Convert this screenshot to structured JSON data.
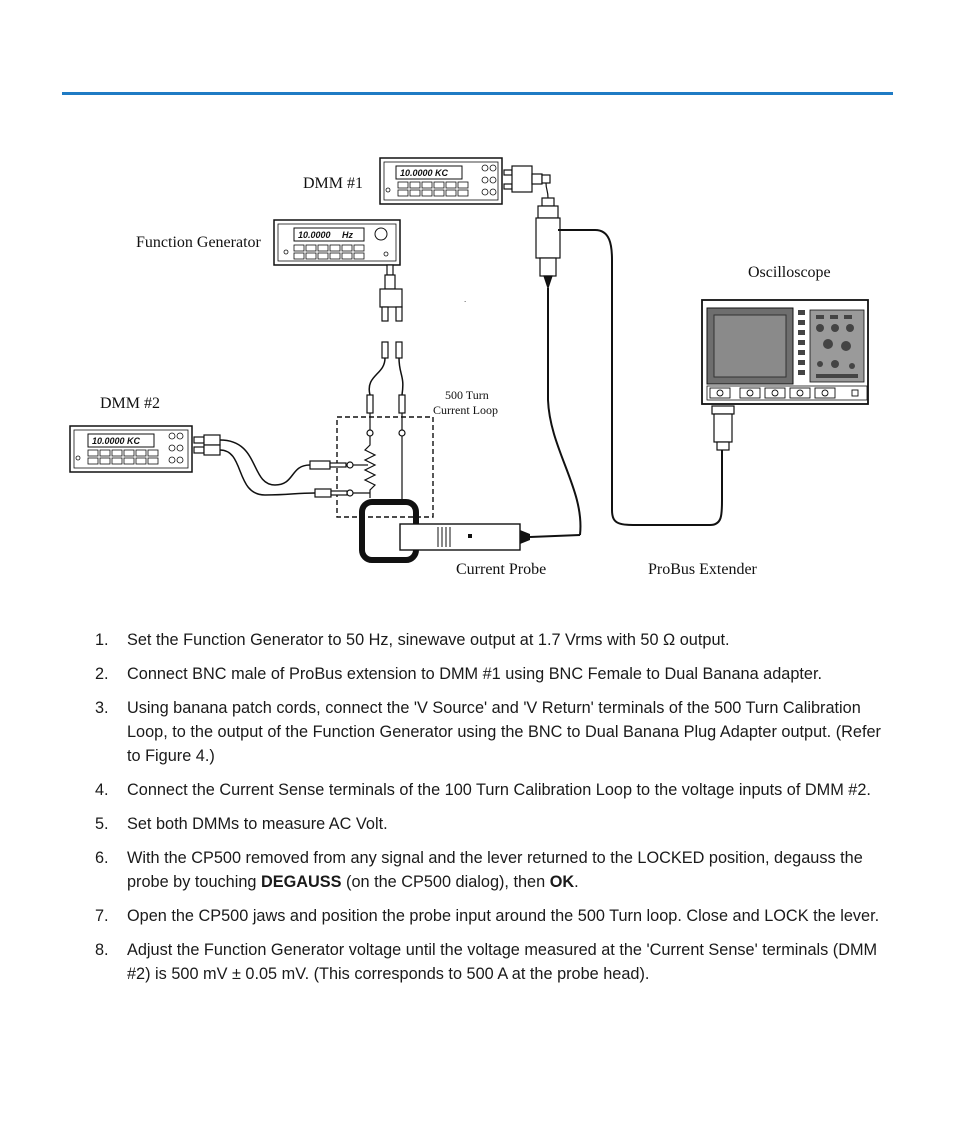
{
  "figure": {
    "labels": {
      "dmm1": "DMM #1",
      "dmm2": "DMM #2",
      "function_generator": "Function Generator",
      "oscilloscope": "Oscilloscope",
      "loop_line1": "500 Turn",
      "loop_line2": "Current  Loop",
      "current_probe": "Current Probe",
      "probus_extender": "ProBus Extender"
    },
    "displays": {
      "dmm1": "10.0000 KC",
      "dmm2": "10.0000 KC",
      "function_generator": "10.0000",
      "function_generator_unit": "Hz"
    }
  },
  "steps": [
    {
      "num": "1.",
      "parts": [
        "Set the Function Generator to 50 Hz, sinewave output at 1.7 Vrms with 50 Ω output."
      ]
    },
    {
      "num": "2.",
      "parts": [
        "Connect BNC male of ProBus extension to DMM #1 using BNC Female to Dual Banana adapter."
      ]
    },
    {
      "num": "3.",
      "parts": [
        "Using banana patch cords, connect the 'V Source' and 'V Return' terminals of the 500 Turn Calibration Loop, to the output of the Function Generator using the BNC to Dual Banana Plug Adapter output. (Refer to Figure 4.)"
      ]
    },
    {
      "num": "4.",
      "parts": [
        "Connect the Current Sense terminals of the 100 Turn Calibration Loop to the voltage inputs of DMM #2."
      ]
    },
    {
      "num": "5.",
      "parts": [
        "Set both DMMs to measure AC Volt."
      ]
    },
    {
      "num": "6.",
      "parts": [
        "With the CP500 removed from any signal and the lever returned to the LOCKED position, degauss the probe by touching ",
        "DEGAUSS",
        " (on the CP500 dialog), then ",
        "OK",
        "."
      ]
    },
    {
      "num": "7.",
      "parts": [
        "Open the CP500 jaws and position the probe input around the 500 Turn loop. Close and LOCK the lever."
      ]
    },
    {
      "num": "8.",
      "parts": [
        "Adjust the Function Generator voltage until the voltage measured at the 'Current Sense' terminals (DMM #2) is 500 mV ± 0.05 mV. (This corresponds to 500 A at the probe head)."
      ]
    }
  ]
}
